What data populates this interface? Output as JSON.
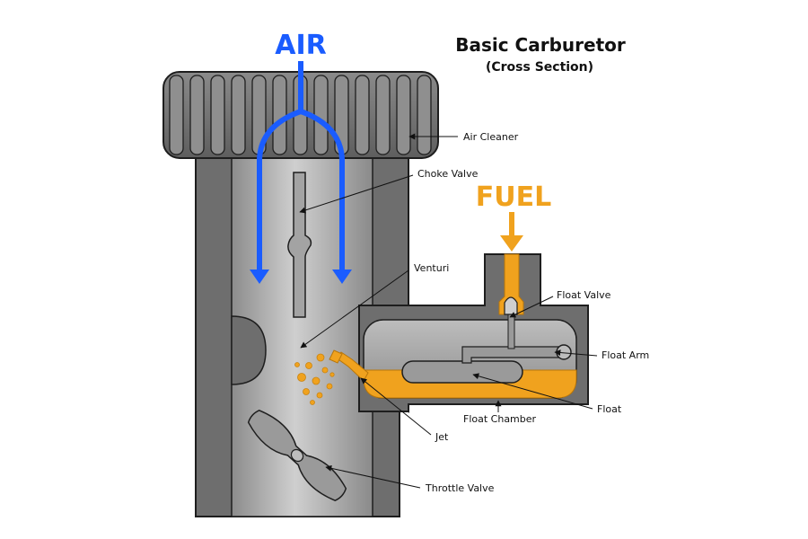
{
  "title": "Basic Carburetor",
  "subtitle": "(Cross Section)",
  "air_label": "AIR",
  "fuel_label": "FUEL",
  "colors": {
    "air": "#1a5cff",
    "fuel": "#f0a21e",
    "metal": "#6e6e6e",
    "metal_light": "#c9c9c9",
    "outline": "#1e1e1e"
  },
  "parts": {
    "air_cleaner": "Air Cleaner",
    "choke_valve": "Choke Valve",
    "venturi": "Venturi",
    "float_valve": "Float Valve",
    "float_arm": "Float Arm",
    "float": "Float",
    "float_chamber": "Float Chamber",
    "jet": "Jet",
    "throttle_valve": "Throttle Valve"
  }
}
